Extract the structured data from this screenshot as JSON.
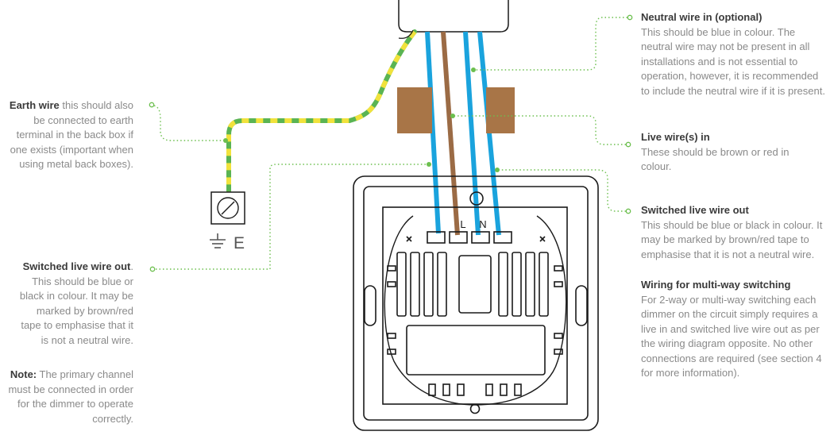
{
  "left_notes": {
    "earth": {
      "heading": "Earth wire",
      "body": " this should also be connected to earth terminal in the back box if one exists (important when using metal back boxes)."
    },
    "switched_out": {
      "heading": "Switched live wire out",
      "heading_suffix": ".",
      "body": "This should be blue or black in colour. It may be marked by brown/red tape to emphasise that it is not a neutral wire."
    },
    "note": {
      "heading": "Note:",
      "body": " The primary channel must be connected in order for the dimmer to operate correctly."
    }
  },
  "right_notes": {
    "neutral": {
      "heading": "Neutral wire in (optional)",
      "body": "This should be blue in colour. The neutral wire may not be present in all installations and is not essential to operation, however, it is recommended to include the neutral wire if it is present."
    },
    "live_in": {
      "heading": "Live wire(s) in",
      "body": "These should be brown or red in colour."
    },
    "switched_out": {
      "heading": "Switched live wire out",
      "body": "This should be blue or black in colour. It may be marked by brown/red tape to emphasise that it is not a neutral wire."
    },
    "multiway": {
      "heading": "Wiring for multi-way switching",
      "body": "For 2-way or multi-way switching each dimmer on the circuit simply requires a live in and switched live wire out as per the wiring diagram opposite. No other connections are required (see section 4 for more information)."
    }
  },
  "earth_terminal": {
    "label": "E"
  },
  "terminal_labels": [
    "L",
    "N"
  ],
  "colors": {
    "neutral_blue": "#1aa3dd",
    "live_brown": "#9b6b45",
    "tape": "#a87547",
    "earth_green": "#5ab453",
    "earth_yellow": "#f1e23c",
    "leader": "#6cbf4e",
    "outline": "#1a1a1a"
  }
}
